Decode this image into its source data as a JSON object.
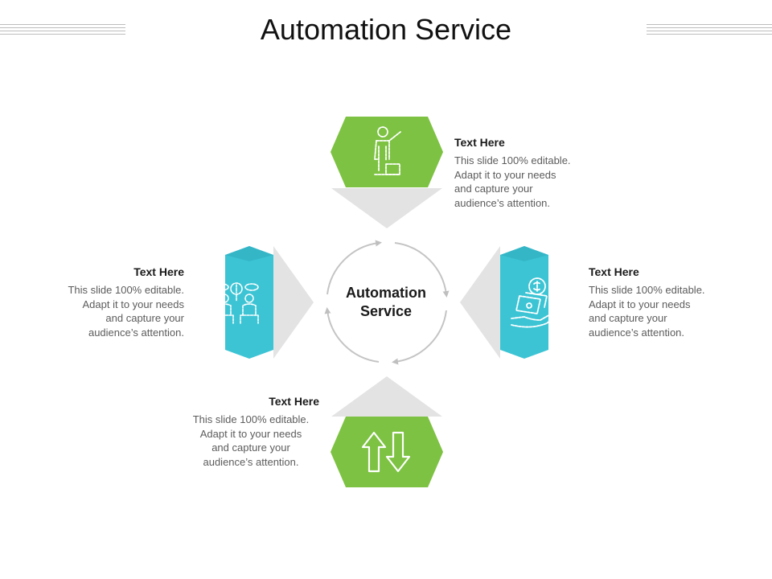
{
  "title": "Automation Service",
  "center": {
    "label_line1": "Automation",
    "label_line2": "Service"
  },
  "items": [
    {
      "heading": "Text Here",
      "lines": [
        "This slide 100% editable.",
        "Adapt it to your needs",
        "and capture your",
        "audience’s attention."
      ],
      "color": "#7dc242",
      "icon": "person-on-podium-icon"
    },
    {
      "heading": "Text Here",
      "lines": [
        "This slide 100% editable.",
        "Adapt it to your needs",
        "and capture your",
        "audience’s attention."
      ],
      "color": "#3cc4d4",
      "icon": "money-in-hand-icon"
    },
    {
      "heading": "Text Here",
      "lines": [
        "This slide 100% editable.",
        "Adapt it to your needs",
        "and capture your",
        "audience’s attention."
      ],
      "color": "#7dc242",
      "icon": "up-down-arrows-icon"
    },
    {
      "heading": "Text Here",
      "lines": [
        "This slide 100% editable.",
        "Adapt it to your needs",
        "and capture your",
        "audience’s attention."
      ],
      "color": "#3cc4d4",
      "icon": "two-people-discussing-money-icon"
    }
  ]
}
